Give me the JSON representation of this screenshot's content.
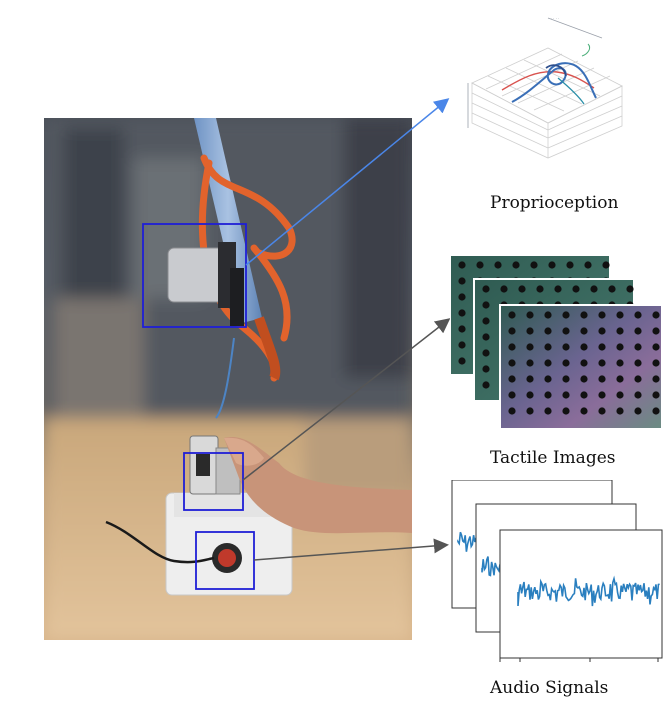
{
  "labels": {
    "proprioception": "Proprioception",
    "tactile": "Tactile Images",
    "audio": "Audio Signals"
  },
  "colors": {
    "arrow_blue": "#4a86e8",
    "arrow_gray": "#555555",
    "box_blue": "#1f1fd6",
    "signal_blue": "#2a7fbf",
    "rope_orange": "#e2632c"
  }
}
